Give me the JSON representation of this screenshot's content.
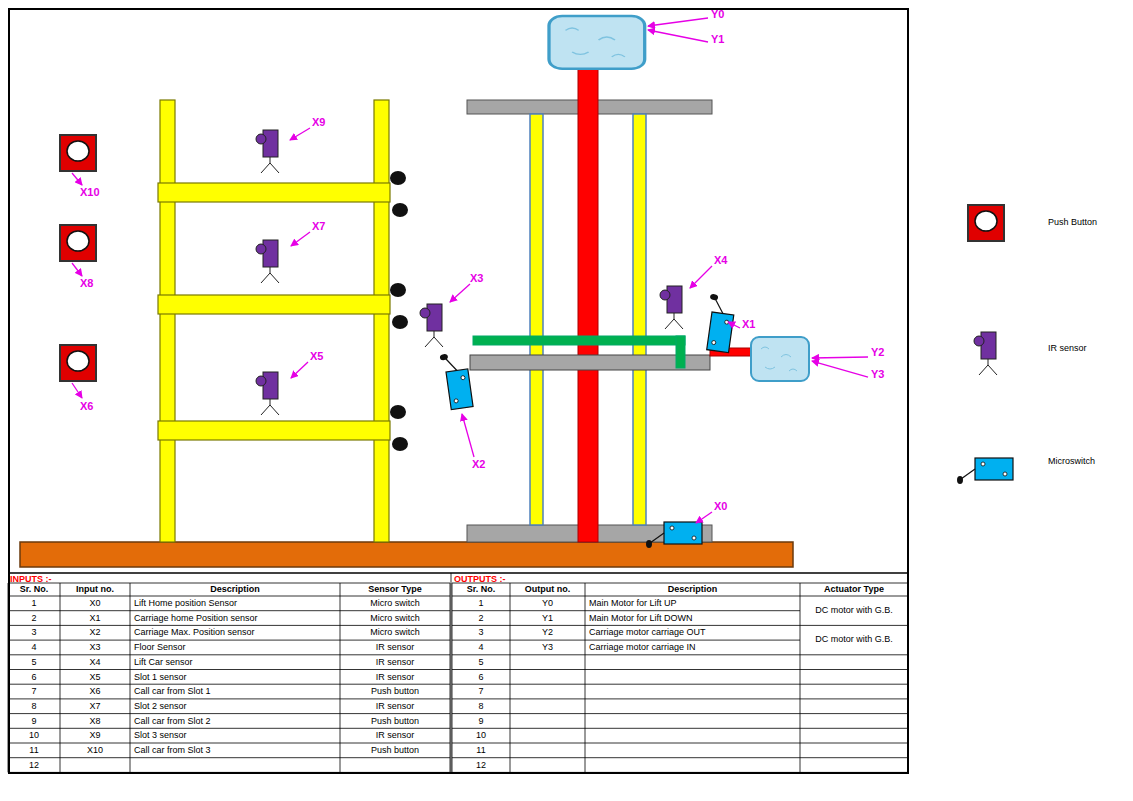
{
  "diagram": {
    "labels": [
      "X9",
      "X10",
      "X7",
      "X8",
      "X5",
      "X6",
      "X3",
      "X2",
      "X4",
      "X1",
      "X0",
      "Y0",
      "Y1",
      "Y2",
      "Y3",
      "INPUTS :-",
      "Sr. No.",
      "Input no.",
      "Description",
      "Sensor Type",
      "1",
      "X0",
      "Lift Home position Sensor",
      "Micro switch",
      "2",
      "X1",
      "Carriage home Position sensor",
      "Micro switch",
      "3",
      "X2",
      "Carriage Max. Position sensor",
      "Micro switch",
      "4",
      "X3",
      "Floor Sensor",
      "IR sensor",
      "5",
      "X4",
      "Lift Car sensor",
      "IR sensor",
      "6",
      "X5",
      "Slot 1 sensor",
      "IR sensor",
      "7",
      "X6",
      "Call car from Slot 1",
      "Push button",
      "8",
      "X7",
      "Slot 2 sensor",
      "IR sensor",
      "9",
      "X8",
      "Call car from Slot 2",
      "Push button",
      "10",
      "X9",
      "Slot 3 sensor",
      "IR sensor",
      "11",
      "X10",
      "Call car from Slot 3",
      "Push button",
      "12",
      "OUTPUTS :-",
      "Sr. No.",
      "Output no.",
      "Description",
      "Actuator Type",
      "1",
      "Y0",
      "Main Motor for  Lift UP",
      "DC motor with G.B.",
      "2",
      "Y1",
      "Main Motor for  Lift DOWN",
      "3",
      "Y2",
      "Carriage motor carriage OUT",
      "DC motor with G.B.",
      "4",
      "Y3",
      "Carriage motor carriage IN",
      "5",
      "6",
      "7",
      "8",
      "9",
      "10",
      "11",
      "12"
    ],
    "legend": [
      {
        "text": "Push Button"
      },
      {
        "text": "IR sensor"
      },
      {
        "text": "Microswitch"
      }
    ]
  }
}
